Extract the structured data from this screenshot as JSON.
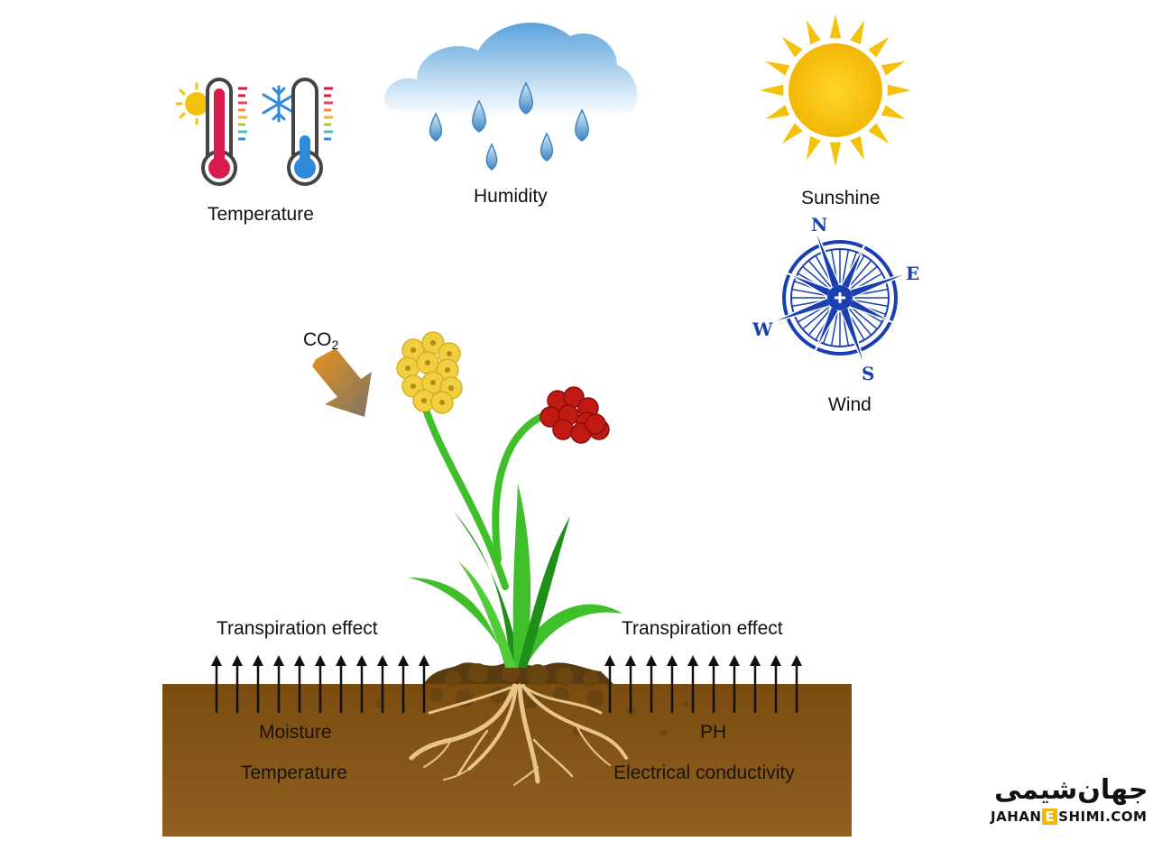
{
  "factors": {
    "temperature": "Temperature",
    "humidity": "Humidity",
    "sunshine": "Sunshine",
    "wind": "Wind",
    "co2_main": "CO",
    "co2_sub": "2"
  },
  "compass": {
    "north": "N",
    "east": "E",
    "south": "S",
    "west": "W"
  },
  "transpiration": {
    "left": "Transpiration effect",
    "right": "Transpiration effect"
  },
  "soil": {
    "moisture": "Moisture",
    "temperature": "Temperature",
    "ph": "PH",
    "conductivity": "Electrical conductivity"
  },
  "logo": {
    "script": "جهان‌شیمی",
    "url_before": "JAHAN",
    "url_highlight": "E",
    "url_after": "SHIMI.COM"
  },
  "colors": {
    "soil": "#8a5a14",
    "soil_dark": "#5a3a10",
    "roots": "#e8c48a",
    "leaf": "#3fbf2a",
    "leaf_dark": "#1f8f1a",
    "sun": "#f4c20d",
    "cloud": "#6fb0e0",
    "drop": "#4a90c8",
    "thermo_hot": "#d81b4a",
    "thermo_cold": "#2d8ad8",
    "compass": "#1a3fb0",
    "co2_arrow": "#e08a1e",
    "yellow_flower": "#f0d040",
    "red_flower": "#c01a12",
    "logo_accent": "#f2b705"
  }
}
